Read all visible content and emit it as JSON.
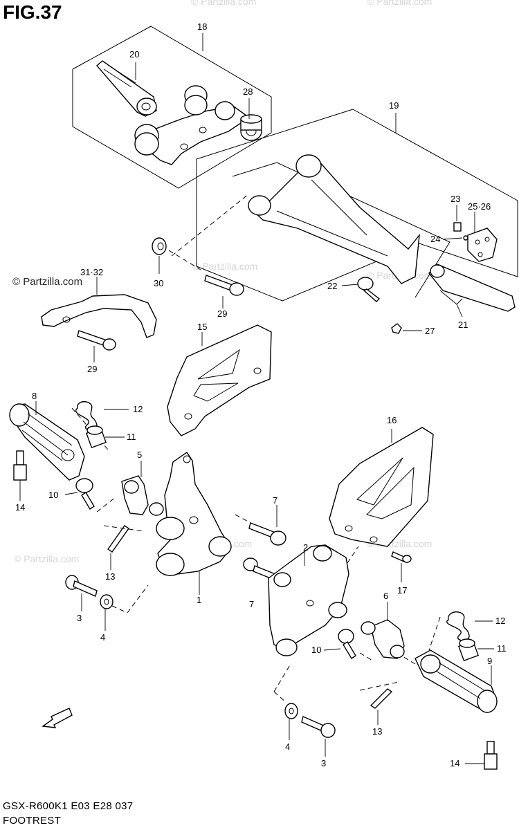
{
  "figure_title": "FIG.37",
  "watermark": "© Partzilla.com",
  "footer": {
    "model_code": "GSX-R600K1 E03 E28 037",
    "section_name": "FOOTREST"
  },
  "callouts": {
    "n1": "1",
    "n2": "2",
    "n3a": "3",
    "n3b": "3",
    "n4a": "4",
    "n4b": "4",
    "n5": "5",
    "n6": "6",
    "n7a": "7",
    "n7b": "7",
    "n8": "8",
    "n9": "9",
    "n10a": "10",
    "n10b": "10",
    "n11a": "11",
    "n11b": "11",
    "n12a": "12",
    "n12b": "12",
    "n13a": "13",
    "n13b": "13",
    "n14a": "14",
    "n14b": "14",
    "n15": "15",
    "n16": "16",
    "n17": "17",
    "n18": "18",
    "n19": "19",
    "n20": "20",
    "n21": "21",
    "n22": "22",
    "n23": "23",
    "n24": "24",
    "n2526": "25·26",
    "n27": "27",
    "n28": "28",
    "n29a": "29",
    "n29b": "29",
    "n30": "30",
    "n3132": "31·32"
  }
}
